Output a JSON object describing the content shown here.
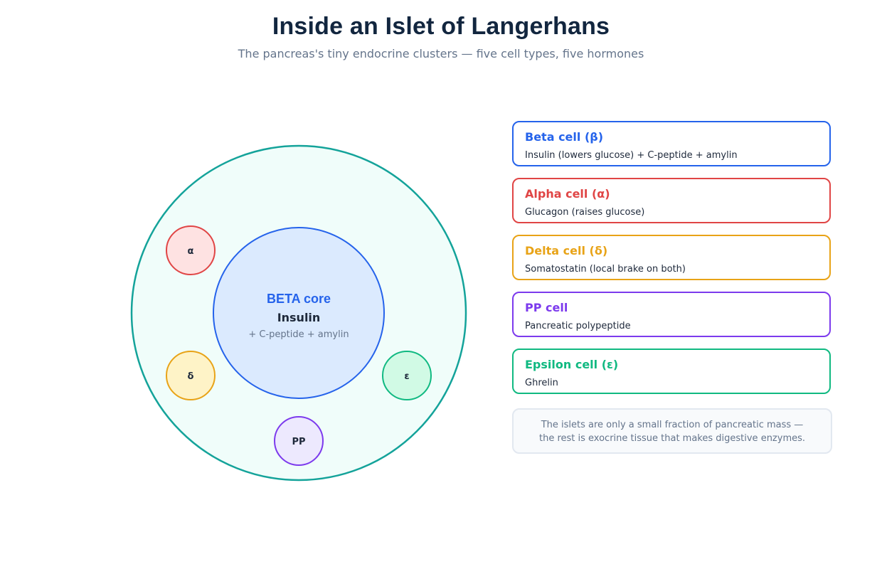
{
  "header": {
    "title": "Inside an Islet of Langerhans",
    "subtitle": "The pancreas's tiny endocrine clusters — five cell types, five hormones"
  },
  "diagram": {
    "core": {
      "label": "BETA core",
      "hormone": "Insulin",
      "extra": "+ C-peptide + amylin"
    },
    "small_cells": [
      {
        "key": "alpha",
        "symbol": "α",
        "fill": "#fee2e2",
        "stroke": "#e04545"
      },
      {
        "key": "delta",
        "symbol": "δ",
        "fill": "#fef3c7",
        "stroke": "#e8a317"
      },
      {
        "key": "pp",
        "symbol": "PP",
        "fill": "#ede9fe",
        "stroke": "#7c3aed"
      },
      {
        "key": "epsilon",
        "symbol": "ε",
        "fill": "#d1fae5",
        "stroke": "#10b981"
      }
    ]
  },
  "legend": {
    "cards": [
      {
        "title": "Beta cell (β)",
        "desc": "Insulin (lowers glucose) + C-peptide + amylin",
        "color": "#2563eb"
      },
      {
        "title": "Alpha cell (α)",
        "desc": "Glucagon (raises glucose)",
        "color": "#e04545"
      },
      {
        "title": "Delta cell (δ)",
        "desc": "Somatostatin (local brake on both)",
        "color": "#e8a317"
      },
      {
        "title": "PP cell",
        "desc": "Pancreatic polypeptide",
        "color": "#7c3aed"
      },
      {
        "title": "Epsilon cell (ε)",
        "desc": "Ghrelin",
        "color": "#10b981"
      }
    ],
    "note": {
      "line1": "The islets are only a small fraction of pancreatic mass —",
      "line2": "the rest is exocrine tissue that makes digestive enzymes."
    }
  },
  "colors": {
    "islet_fill": "#f0fdfa",
    "islet_stroke": "#14a39a",
    "core_fill": "#dbeafe",
    "core_stroke": "#2563eb",
    "title": "#12263f"
  }
}
